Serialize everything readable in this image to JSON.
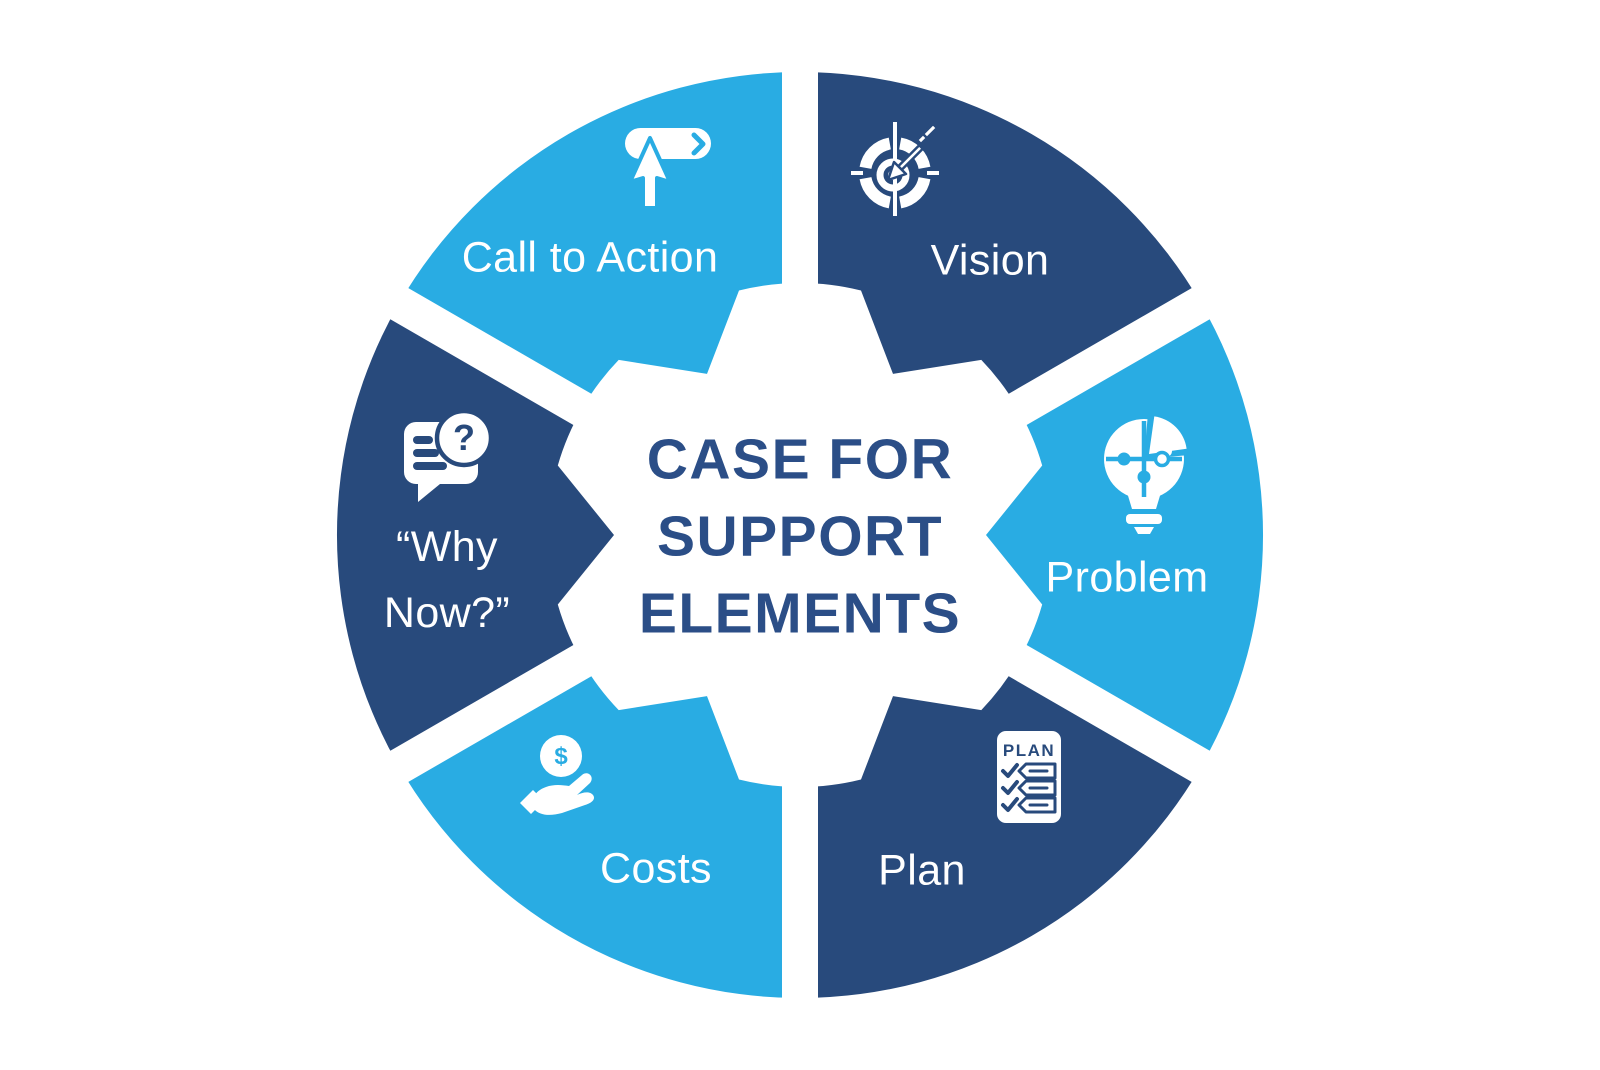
{
  "colors": {
    "light_blue": "#29ACE3",
    "dark_blue": "#284A7C",
    "title_text": "#2B4E87",
    "label_text": "#FFFFFF",
    "background": "#FFFFFF"
  },
  "center": {
    "lines": [
      "CASE FOR",
      "SUPPORT",
      "ELEMENTS"
    ]
  },
  "diagram": {
    "segments": [
      {
        "id": "vision",
        "label": "Vision",
        "color": "dark_blue",
        "angle": 60,
        "icon": "target-dart-icon"
      },
      {
        "id": "problem",
        "label": "Problem",
        "color": "light_blue",
        "angle": 0,
        "icon": "puzzle-lightbulb-icon"
      },
      {
        "id": "plan",
        "label": "Plan",
        "color": "dark_blue",
        "angle": 300,
        "icon": "plan-checklist-icon",
        "icon_text": "PLAN"
      },
      {
        "id": "costs",
        "label": "Costs",
        "color": "light_blue",
        "angle": 240,
        "icon": "coin-hand-icon",
        "icon_text": "$"
      },
      {
        "id": "why-now",
        "label": "“Why Now?”",
        "color": "dark_blue",
        "angle": 180,
        "icon": "question-bubble-icon",
        "icon_text": "?"
      },
      {
        "id": "call-to-action",
        "label": "Call to Action",
        "color": "light_blue",
        "angle": 120,
        "icon": "cursor-button-icon"
      }
    ]
  }
}
